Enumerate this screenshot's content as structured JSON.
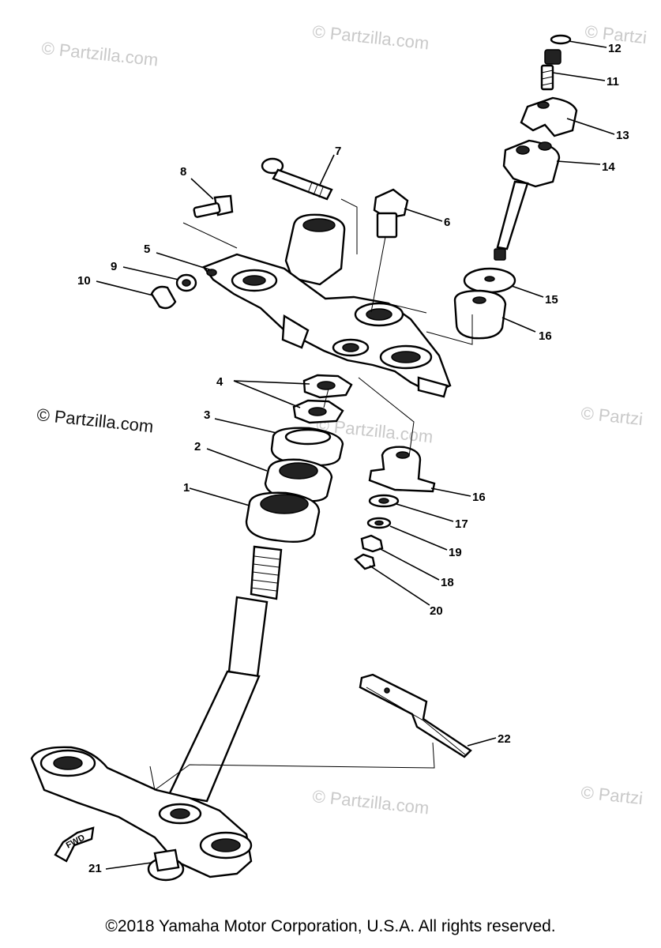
{
  "watermarks": [
    {
      "text": "© Partzilla.com"
    },
    {
      "text": "© Partzilla.com"
    },
    {
      "text": "© Partzi"
    },
    {
      "text": "© Partzilla.com"
    },
    {
      "text": "© Partzi"
    },
    {
      "text": "© Partzilla.com"
    },
    {
      "text": "© Partzi"
    }
  ],
  "main_watermark": "© Partzilla.com",
  "fwd_label": "FWD",
  "callouts": [
    "12",
    "11",
    "13",
    "14",
    "7",
    "8",
    "6",
    "5",
    "9",
    "10",
    "15",
    "16",
    "4",
    "3",
    "2",
    "1",
    "16",
    "17",
    "19",
    "18",
    "20",
    "22",
    "21"
  ],
  "copyright": "©2018 Yamaha Motor Corporation, U.S.A. All rights reserved."
}
